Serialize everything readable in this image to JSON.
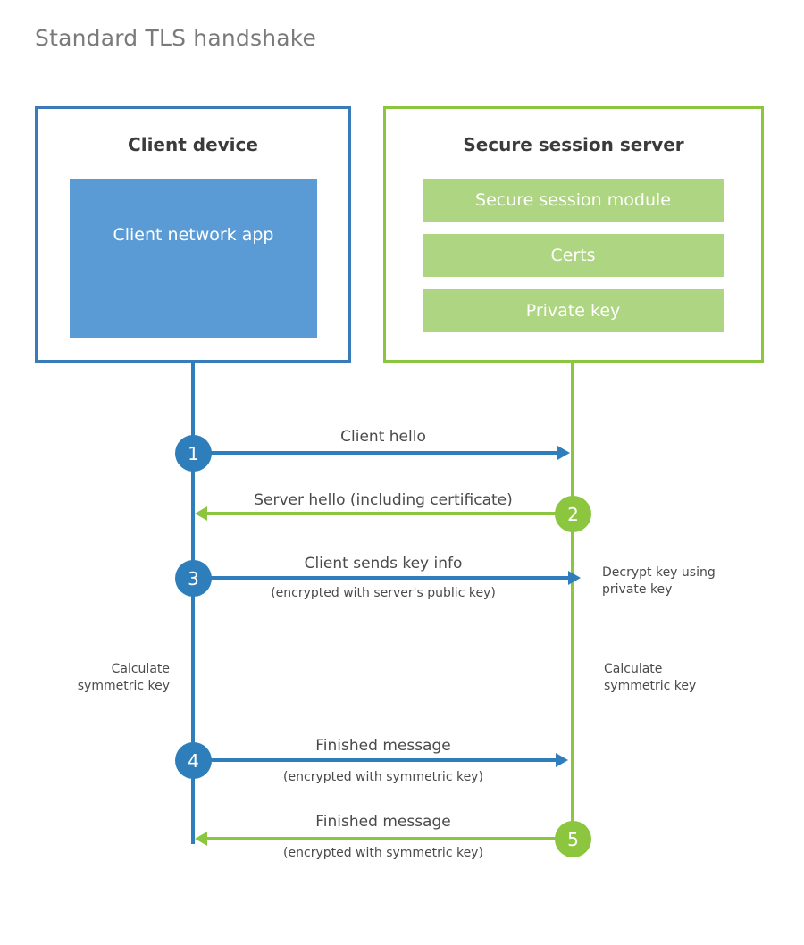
{
  "title": "Standard TLS handshake",
  "colors": {
    "client_accent": "#2e7ebb",
    "client_border": "#3a7cba",
    "client_fill": "#5b9bd5",
    "server_accent": "#8cc63e",
    "server_fill": "#aed581",
    "title_text": "#7a7a7a",
    "body_text": "#4a4a4a",
    "heading_text": "#3b3b3b",
    "background": "#ffffff"
  },
  "client": {
    "title": "Client device",
    "app_label": "Client network app"
  },
  "server": {
    "title": "Secure session server",
    "modules": [
      {
        "label": "Secure session module"
      },
      {
        "label": "Certs"
      },
      {
        "label": "Private key"
      }
    ]
  },
  "steps": [
    {
      "number": "1",
      "label": "Client hello",
      "sublabel": "",
      "direction": "client-to-server",
      "color": "blue"
    },
    {
      "number": "2",
      "label": "Server hello (including certificate)",
      "sublabel": "",
      "direction": "server-to-client",
      "color": "green"
    },
    {
      "number": "3",
      "label": "Client sends key info",
      "sublabel": "(encrypted with server's public key)",
      "direction": "client-to-server",
      "color": "blue"
    },
    {
      "number": "4",
      "label": "Finished message",
      "sublabel": "(encrypted with symmetric key)",
      "direction": "client-to-server",
      "color": "blue"
    },
    {
      "number": "5",
      "label": "Finished message",
      "sublabel": "(encrypted with symmetric key)",
      "direction": "server-to-client",
      "color": "green"
    }
  ],
  "annotations": {
    "decrypt_key": "Decrypt key using\nprivate key",
    "client_symmetric_key": "Calculate\nsymmetric key",
    "server_symmetric_key": "Calculate\nsymmetric key"
  }
}
